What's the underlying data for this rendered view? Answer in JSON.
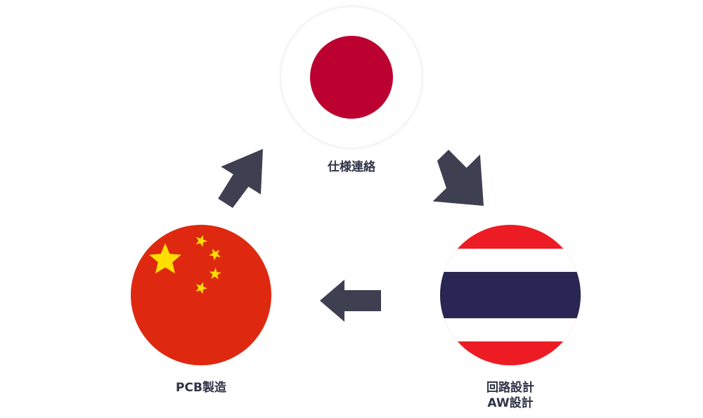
{
  "nodes": {
    "japan": {
      "label": "仕様連絡",
      "flag_icon": "japan-flag-icon",
      "colors": {
        "background": "#ffffff",
        "disc": "#bc0030"
      }
    },
    "thailand": {
      "label_line1": "回路設計",
      "label_line2": "AW設計",
      "flag_icon": "thailand-flag-icon",
      "colors": {
        "outer": "#ed1c24",
        "white": "#ffffff",
        "center": "#292653"
      }
    },
    "china": {
      "label": "PCB製造",
      "flag_icon": "china-flag-icon",
      "colors": {
        "field": "#de2910",
        "stars": "#ffde00"
      }
    }
  },
  "arrows": {
    "color": "#3e4052",
    "order": [
      "japan-to-thailand",
      "thailand-to-china",
      "china-to-japan"
    ]
  },
  "text_color": "#2e3346"
}
